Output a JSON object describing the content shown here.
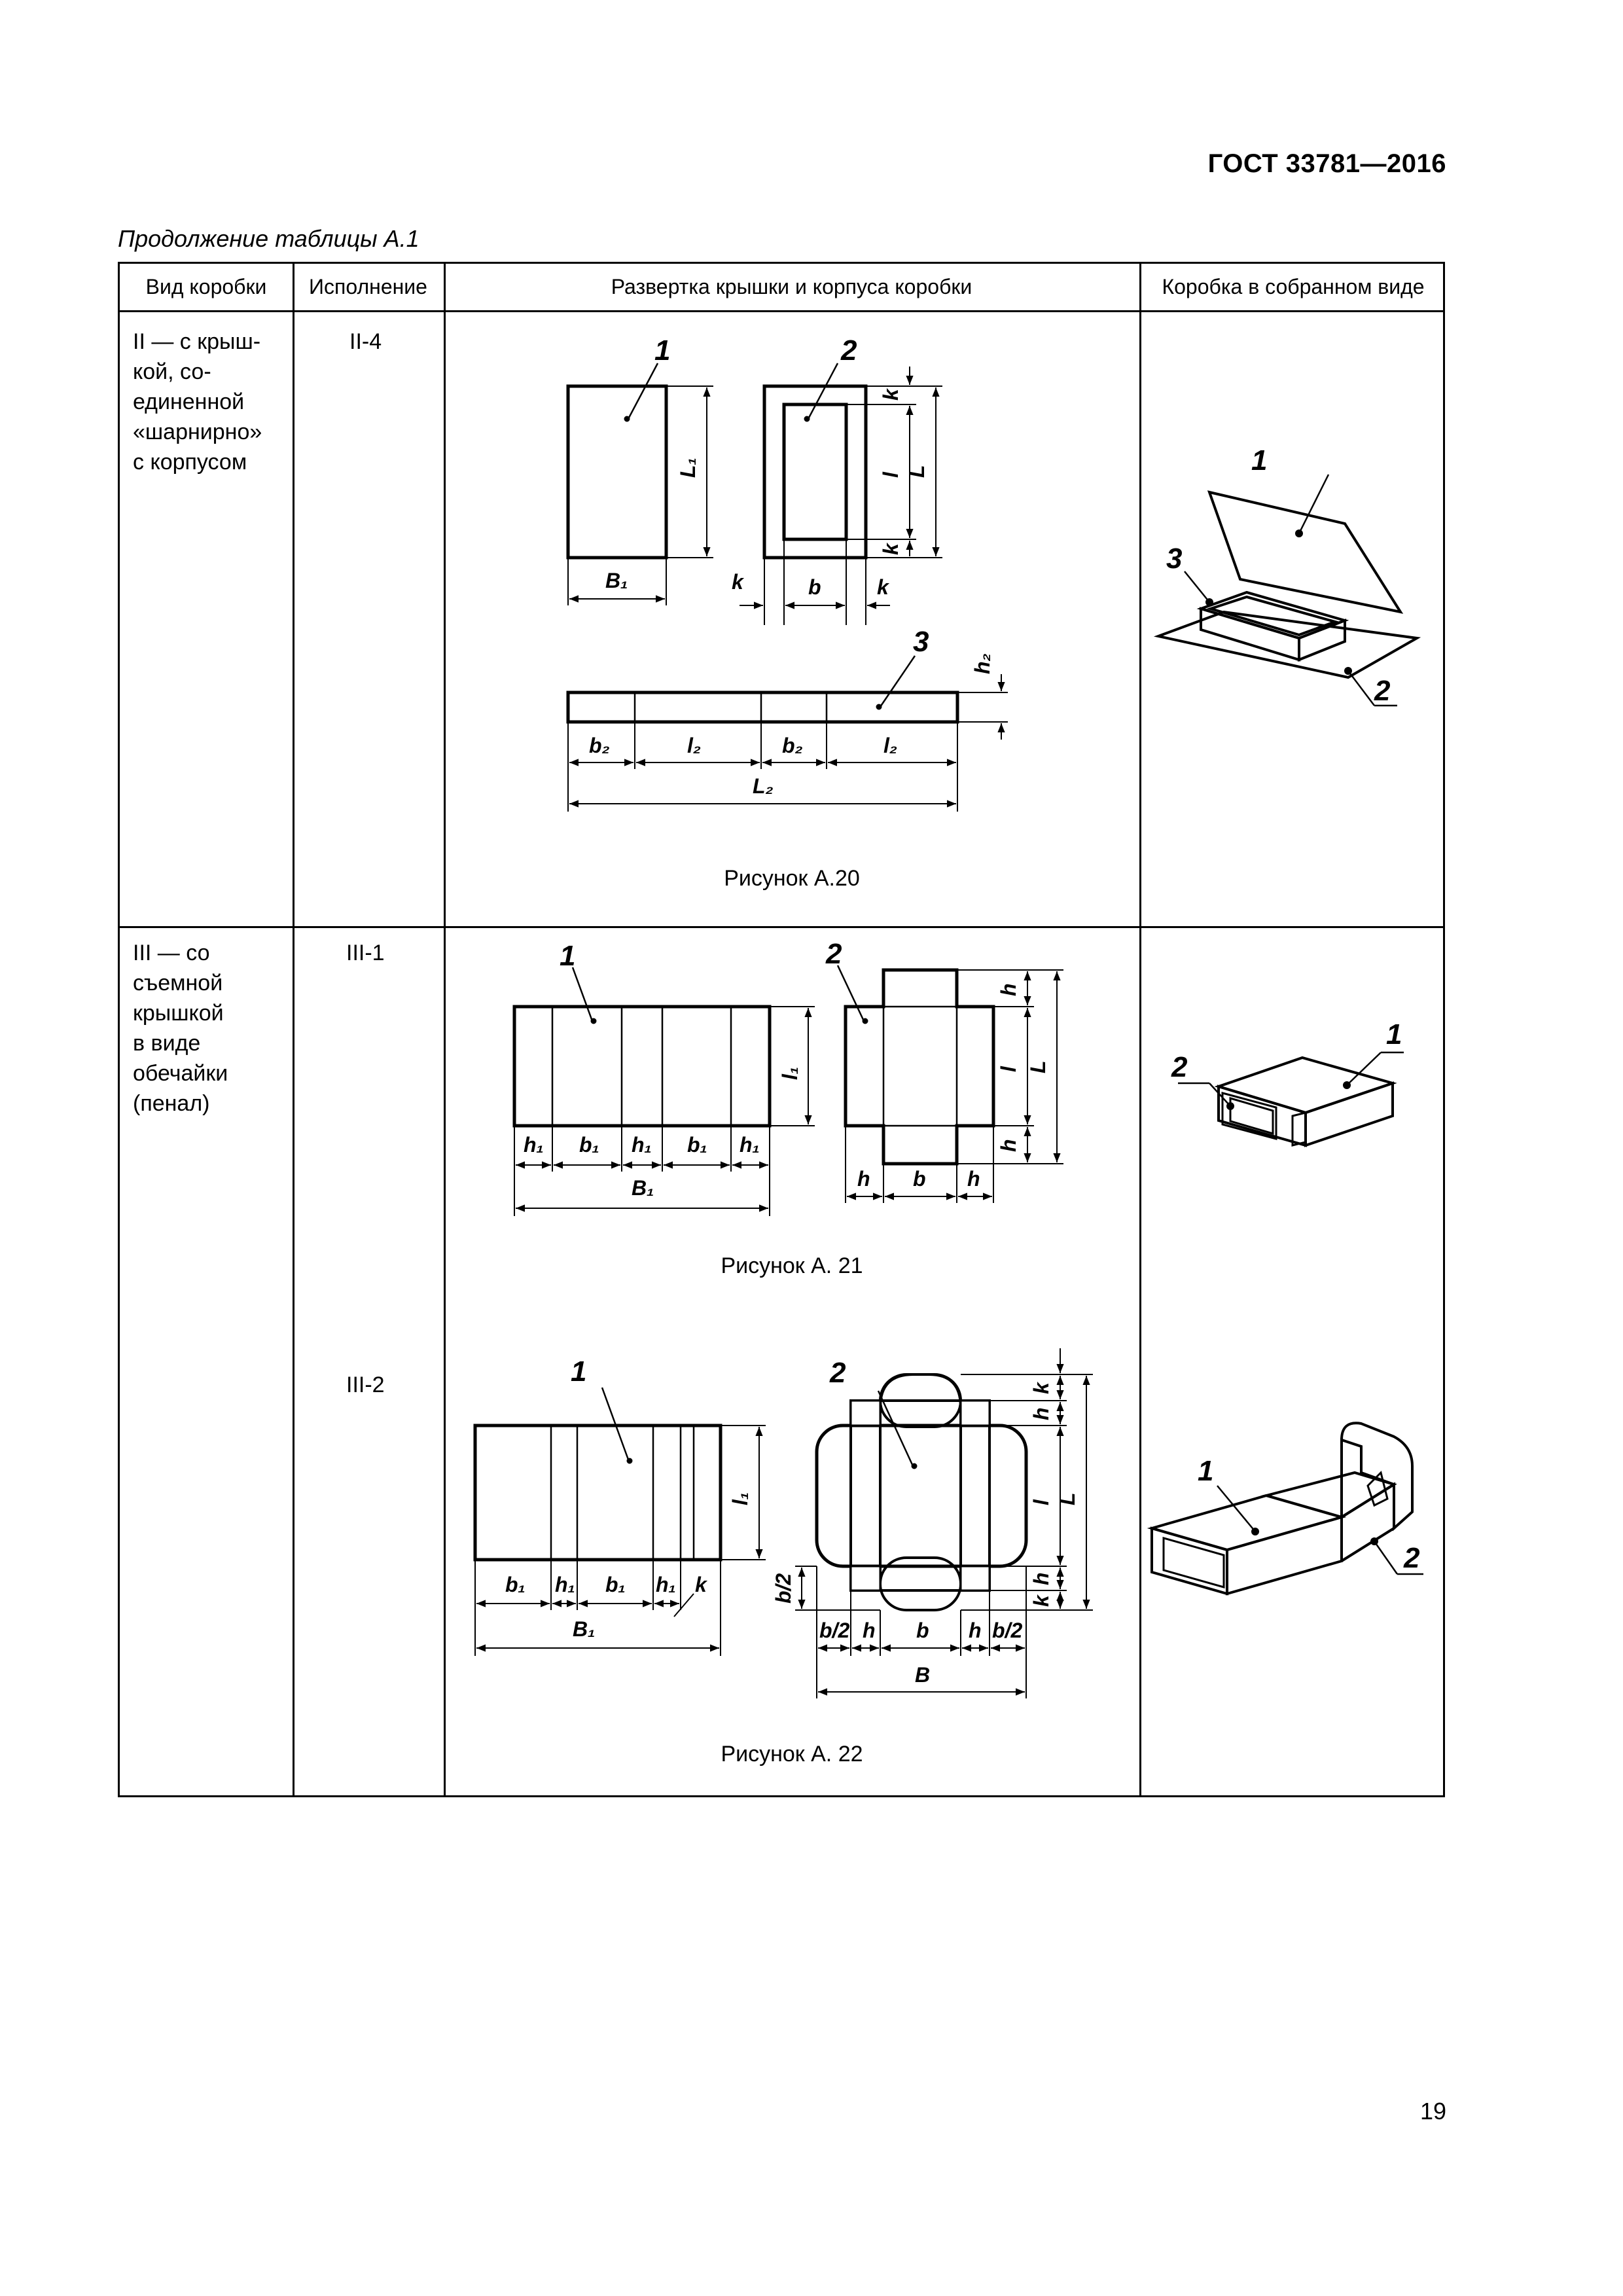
{
  "header": {
    "doc_code": "ГОСТ 33781—2016"
  },
  "caption": "Продолжение таблицы А.1",
  "table": {
    "columns": [
      "Вид коробки",
      "Исполнение",
      "Развертка крышки и корпуса коробки",
      "Коробка в собранном виде"
    ],
    "rows": [
      {
        "type_lines": [
          "II — с крыш-",
          "кой, со-",
          "единенной",
          "«шарнирно»",
          "с корпусом"
        ],
        "variant": "II-4",
        "figure_caption": "Рисунок А.20"
      },
      {
        "type_lines": [
          "III — со",
          "съемной",
          "крышкой",
          "в виде",
          "обечайки",
          "(пенал)"
        ],
        "variant": "III-1",
        "figure_caption": "Рисунок А. 21"
      },
      {
        "type_lines": [],
        "variant": "III-2",
        "figure_caption": "Рисунок А. 22"
      }
    ]
  },
  "drawing_labels": {
    "fig20": {
      "p1": "1",
      "p2": "2",
      "p3": "3",
      "L1": "L₁",
      "B1": "B₁",
      "k": "k",
      "l": "l",
      "L": "L",
      "b": "b",
      "h2": "h₂",
      "b2": "b₂",
      "l2": "l₂",
      "L2": "L₂"
    },
    "fig21": {
      "p1": "1",
      "p2": "2",
      "l1": "l₁",
      "h1": "h₁",
      "b1": "b₁",
      "B1": "B₁",
      "h": "h",
      "l": "l",
      "L": "L",
      "b": "b"
    },
    "fig22": {
      "p1": "1",
      "p2": "2",
      "l1": "l₁",
      "b1": "b₁",
      "h1": "h₁",
      "k": "k",
      "B1": "B₁",
      "h": "h",
      "l": "l",
      "L": "L",
      "b": "b",
      "b_half": "b/2",
      "B": "B"
    },
    "iso20": {
      "p1": "1",
      "p2": "2",
      "p3": "3"
    },
    "iso21": {
      "p1": "1",
      "p2": "2"
    },
    "iso22": {
      "p1": "1",
      "p2": "2"
    }
  },
  "page_number": "19"
}
